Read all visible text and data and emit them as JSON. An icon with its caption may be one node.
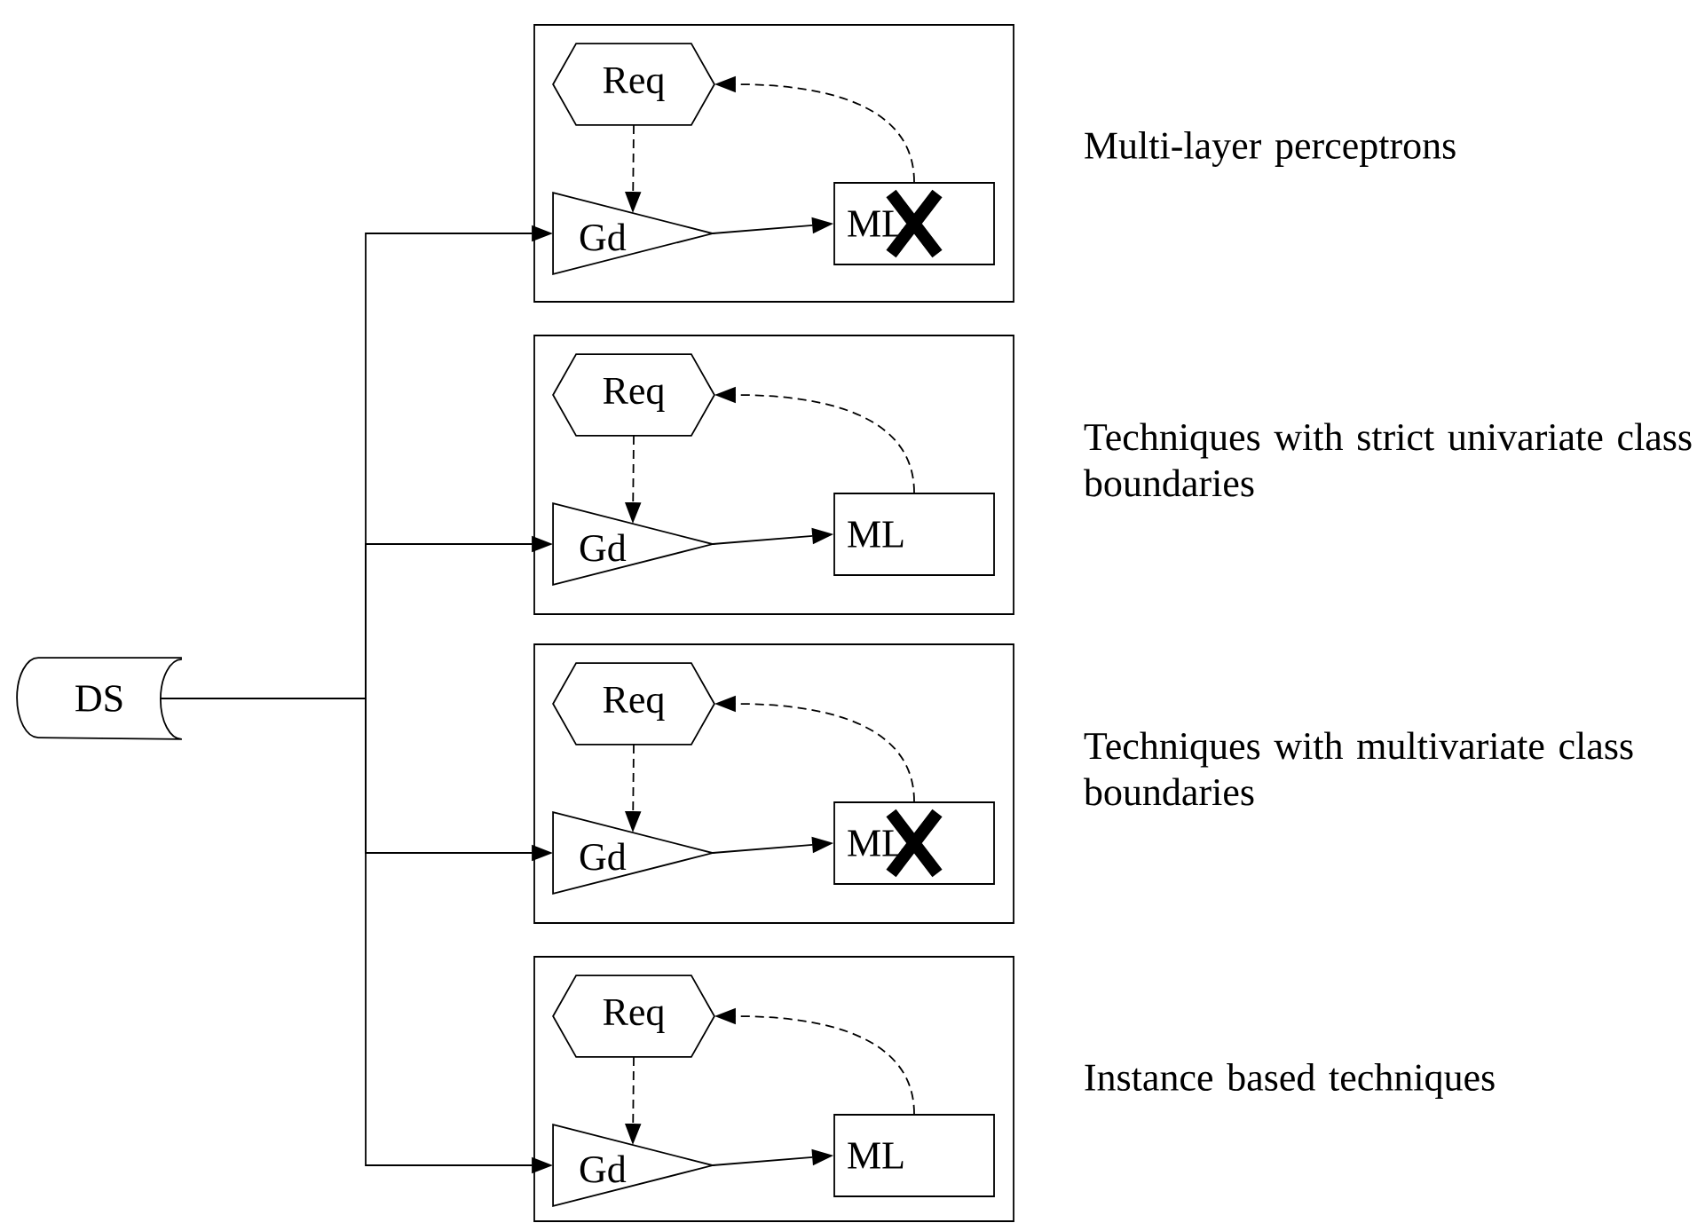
{
  "diagram": {
    "nodes": [
      {
        "text": [
          "DS"
        ]
      },
      {
        "text": [],
        "shape": "box",
        "beside": [
          "Multi-layer perceptrons"
        ]
      },
      {
        "text": [
          "Req"
        ],
        "in": 1
      },
      {
        "text": [
          "Gd"
        ],
        "in": 1
      },
      {
        "text": [
          "ML"
        ],
        "in": 1
      },
      {
        "text": [],
        "shape": "box",
        "beside": [
          "Techniques with strict univariate class boundaries"
        ]
      },
      {
        "text": [
          "Req"
        ],
        "in": 5
      },
      {
        "text": [
          "Gd"
        ],
        "in": 5
      },
      {
        "text": [
          "ML"
        ],
        "in": 5
      },
      {
        "text": [],
        "shape": "box",
        "beside": [
          "Techniques with multivariate class boundaries"
        ]
      },
      {
        "text": [
          "Req"
        ],
        "in": 9
      },
      {
        "text": [
          "Gd"
        ],
        "in": 9
      },
      {
        "text": [
          "ML"
        ],
        "in": 9
      },
      {
        "text": [],
        "shape": "box",
        "beside": [
          "Instance based techniques"
        ]
      },
      {
        "text": [
          "Req"
        ],
        "in": 13
      },
      {
        "text": [
          "Gd"
        ],
        "in": 13
      },
      {
        "text": [
          "ML"
        ],
        "in": 13
      }
    ],
    "edges": [
      {
        "from": 0,
        "to": 3,
        "arrow": "to"
      },
      {
        "from": 2,
        "to": 3,
        "arrow": "to",
        "style": "dashed"
      },
      {
        "from": 3,
        "to": 4,
        "arrow": "to"
      },
      {
        "from": 4,
        "to": 2,
        "arrow": "to",
        "style": "dashed"
      },
      {
        "from": 0,
        "to": 7,
        "arrow": "to"
      },
      {
        "from": 6,
        "to": 7,
        "arrow": "to",
        "style": "dashed"
      },
      {
        "from": 7,
        "to": 8,
        "arrow": "to"
      },
      {
        "from": 8,
        "to": 6,
        "arrow": "to",
        "style": "dashed"
      },
      {
        "from": 0,
        "to": 11,
        "arrow": "to"
      },
      {
        "from": 10,
        "to": 11,
        "arrow": "to",
        "style": "dashed"
      },
      {
        "from": 11,
        "to": 12,
        "arrow": "to"
      },
      {
        "from": 12,
        "to": 10,
        "arrow": "to",
        "style": "dashed"
      },
      {
        "from": 0,
        "to": 15,
        "arrow": "to"
      },
      {
        "from": 14,
        "to": 15,
        "arrow": "to",
        "style": "dashed"
      },
      {
        "from": 15,
        "to": 16,
        "arrow": "to"
      },
      {
        "from": 16,
        "to": 14,
        "arrow": "to",
        "style": "dashed"
      }
    ]
  }
}
